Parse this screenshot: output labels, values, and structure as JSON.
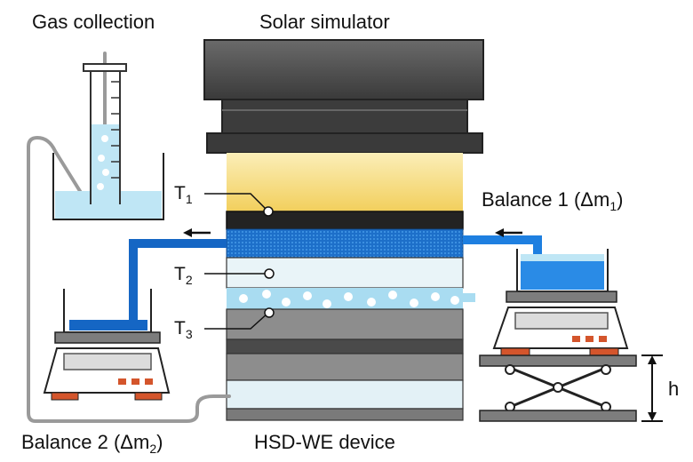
{
  "labels": {
    "gas_collection": "Gas collection",
    "solar_simulator": "Solar simulator",
    "balance1": {
      "text": "Balance 1 (Δm",
      "sub": "1",
      "close": ")"
    },
    "balance2": {
      "text": "Balance 2 (Δm",
      "sub": "2",
      "close": ")"
    },
    "device": "HSD-WE device",
    "t1": {
      "text": "T",
      "sub": "1"
    },
    "t2": {
      "text": "T",
      "sub": "2"
    },
    "t3": {
      "text": "T",
      "sub": "3"
    },
    "height": "h"
  },
  "colors": {
    "water_light": "#bfe6f5",
    "water_blue": "#2a8be6",
    "tube_blue": "#1570d0",
    "light_beam": "#f4d56a",
    "housing": "#4a4a4a",
    "layer_dark": "#2b2b2b",
    "scale_red": "#d4552c"
  }
}
